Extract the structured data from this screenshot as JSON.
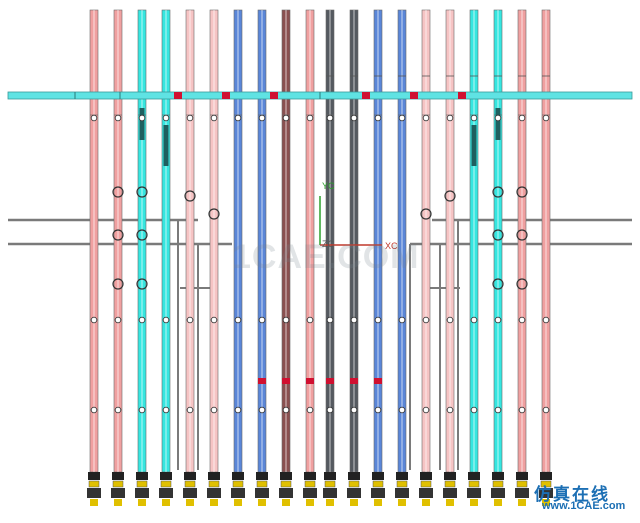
{
  "axes": {
    "y_label": "YC",
    "x_label": "XC",
    "z_label": "ZC",
    "y_color": "#2aa02a",
    "x_color": "#c0392b"
  },
  "watermark": {
    "text": "1CAE.COM"
  },
  "brand": {
    "cn_text": "仿真在线",
    "url_text": "www.1CAE.com",
    "color": "#1c6fb4"
  },
  "colors": {
    "pink": "#f0a0a0",
    "light_pink": "#f6c4c4",
    "cyan": "#35e6e0",
    "blue": "#5a86d8",
    "dark_gray": "#555a60",
    "brown": "#8a5050",
    "mid_gray": "#7a7a7a",
    "red_joint": "#d01030",
    "cap_dark": "#222222",
    "cap_yellow": "#e0c000",
    "header": "#5fe3e3"
  }
}
